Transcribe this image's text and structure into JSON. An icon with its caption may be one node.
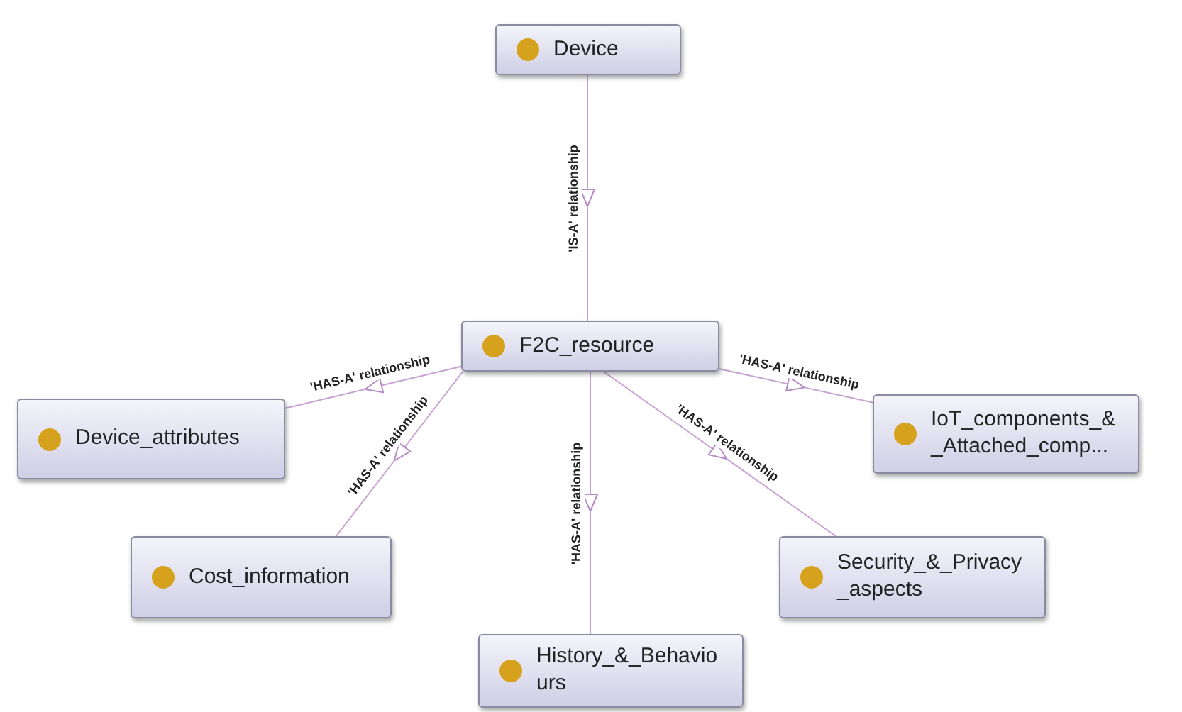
{
  "diagram": {
    "nodes": [
      {
        "text": [
          "Device"
        ]
      },
      {
        "text": [
          "F2C_resource"
        ]
      },
      {
        "text": [
          "Device_attributes"
        ]
      },
      {
        "text": [
          "IoT_components_&_Attached_comp..."
        ]
      },
      {
        "text": [
          "Cost_information"
        ]
      },
      {
        "text": [
          "Security_&_Privacy_aspects"
        ]
      },
      {
        "text": [
          "History_&_Behaviours"
        ]
      }
    ],
    "edges": [
      {
        "from": 0,
        "to": 1,
        "arrow": "to",
        "label": "'IS-A' relationship"
      },
      {
        "from": 1,
        "to": 2,
        "arrow": "to",
        "label": "'HAS-A' relationship"
      },
      {
        "from": 1,
        "to": 3,
        "arrow": "to",
        "label": "'HAS-A' relationship"
      },
      {
        "from": 1,
        "to": 4,
        "arrow": "to",
        "label": "'HAS-A' relationship"
      },
      {
        "from": 1,
        "to": 6,
        "arrow": "to",
        "label": "'HAS-A' relationship"
      },
      {
        "from": 1,
        "to": 5,
        "arrow": "to",
        "label": "'HAS-A' relationship"
      }
    ]
  }
}
